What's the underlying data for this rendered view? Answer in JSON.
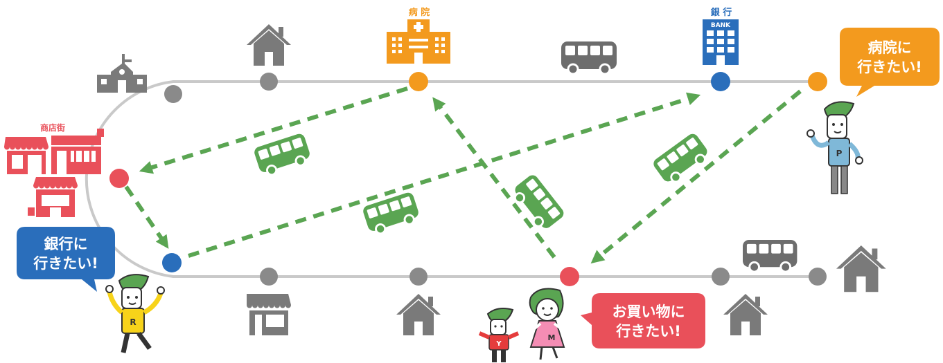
{
  "colors": {
    "route": "#c9c9c9",
    "stop_gray": "#8a8a8a",
    "hospital": "#f39a1e",
    "bank": "#2a6ebb",
    "shopping": "#e9505a",
    "demand_bus": "#5aa552",
    "gray_icon": "#7a7a7a"
  },
  "landmarks": {
    "hospital_label": "病 院",
    "bank_label": "銀 行",
    "bank_sign": "BANK",
    "shopping_label": "商店街"
  },
  "bubbles": {
    "hospital": {
      "line1": "病院に",
      "line2": "行きたい!"
    },
    "bank": {
      "line1": "銀行に",
      "line2": "行きたい!"
    },
    "shopping": {
      "line1": "お買い物に",
      "line2": "行きたい!"
    }
  },
  "characters": {
    "p_letter": "P",
    "r_letter": "R",
    "y_letter": "Y",
    "m_letter": "M"
  },
  "icons": [
    "school-icon",
    "house-icon",
    "hospital-icon",
    "bus-icon",
    "bank-icon",
    "shop-icon",
    "person-icon"
  ]
}
